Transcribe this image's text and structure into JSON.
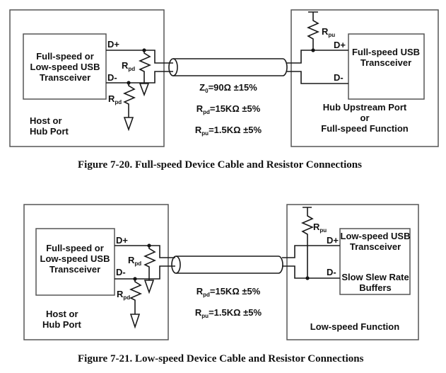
{
  "figures": [
    {
      "caption": "Figure 7-20.  Full-speed Device Cable and Resistor Connections",
      "host": {
        "transceiver_lines": [
          "Full-speed or",
          "Low-speed USB",
          "Transceiver"
        ],
        "port_lines": [
          "Host or",
          "Hub Port"
        ],
        "d_plus": "D+",
        "d_minus": "D-",
        "rpd_main": "R",
        "rpd_sub": "pd"
      },
      "device": {
        "transceiver_lines": [
          "Full-speed USB",
          "Transceiver"
        ],
        "port_lines": [
          "Hub Upstream Port",
          "or",
          "Full-speed Function"
        ],
        "d_plus": "D+",
        "d_minus": "D-",
        "rpu_main": "R",
        "rpu_sub": "pu"
      },
      "specs": [
        {
          "main": "Z",
          "sub": "0",
          "rest": "=90Ω ±15%"
        },
        {
          "main": "R",
          "sub": "pd",
          "rest": "=15KΩ ±5%"
        },
        {
          "main": "R",
          "sub": "pu",
          "rest": "=1.5KΩ ±5%"
        }
      ]
    },
    {
      "caption": "Figure 7-21.  Low-speed Device Cable and Resistor Connections",
      "host": {
        "transceiver_lines": [
          "Full-speed or",
          "Low-speed USB",
          "Transceiver"
        ],
        "port_lines": [
          "Host or",
          "Hub Port"
        ],
        "d_plus": "D+",
        "d_minus": "D-",
        "rpd_main": "R",
        "rpd_sub": "pd"
      },
      "device": {
        "transceiver_lines": [
          "Low-speed USB",
          "Transceiver"
        ],
        "buffer_lines": [
          "Slow Slew Rate",
          "Buffers"
        ],
        "port_lines": [
          "Low-speed Function"
        ],
        "d_plus": "D+",
        "d_minus": "D-",
        "rpu_main": "R",
        "rpu_sub": "pu"
      },
      "specs": [
        {
          "main": "R",
          "sub": "pd",
          "rest": "=15KΩ ±5%"
        },
        {
          "main": "R",
          "sub": "pu",
          "rest": "=1.5KΩ ±5%"
        }
      ]
    }
  ]
}
